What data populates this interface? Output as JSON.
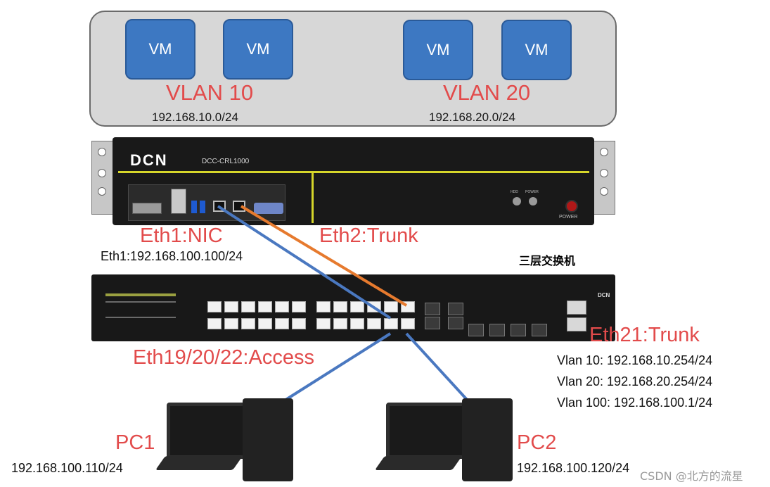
{
  "vm_host": {
    "vm_label": "VM",
    "vlan10": {
      "name": "VLAN 10",
      "subnet": "192.168.10.0/24"
    },
    "vlan20": {
      "name": "VLAN 20",
      "subnet": "192.168.20.0/24"
    }
  },
  "server": {
    "brand": "DCN",
    "model": "DCC-CRL1000",
    "hdd_label": "HDD",
    "power_led_label": "POWER",
    "power_button_label": "POWER",
    "eth1_label": "Eth1:NIC",
    "eth1_ip": "Eth1:192.168.100.100/24",
    "eth2_label": "Eth2:Trunk"
  },
  "switch": {
    "title": "三层交换机",
    "brand": "DCN",
    "eth21_label": "Eth21:Trunk",
    "access_label": "Eth19/20/22:Access",
    "vlan_ifaces": [
      "Vlan 10: 192.168.10.254/24",
      "Vlan 20: 192.168.20.254/24",
      "Vlan 100: 192.168.100.1/24"
    ]
  },
  "pc1": {
    "name": "PC1",
    "ip": "192.168.100.110/24"
  },
  "pc2": {
    "name": "PC2",
    "ip": "192.168.100.120/24"
  },
  "watermark": "CSDN @北方的流星",
  "colors": {
    "label_red": "#e24b4b",
    "vm_blue": "#3d78c2",
    "link_blue": "#4a78c0",
    "link_orange": "#e67a2e"
  }
}
